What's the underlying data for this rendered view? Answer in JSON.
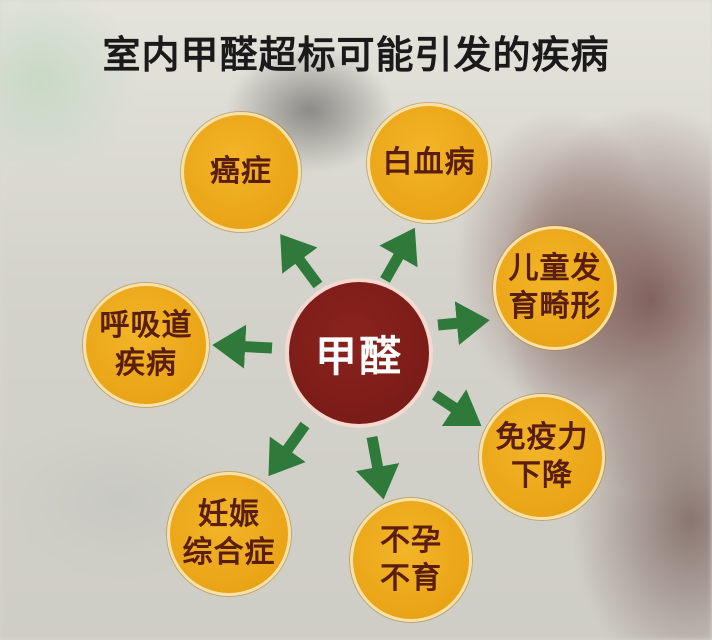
{
  "title": "室内甲醛超标可能引发的疾病",
  "center": {
    "label": "甲醛",
    "color": "#7b1c18"
  },
  "colors": {
    "node_fill": "#eea91c",
    "node_text": "#5a1e10",
    "arrow": "#2f7a3a",
    "title_text": "#1a1a1a"
  },
  "nodes": [
    {
      "id": "cancer",
      "label": "癌症"
    },
    {
      "id": "leukemia",
      "label": "白血病"
    },
    {
      "id": "child-development",
      "label": "儿童发\n育畸形"
    },
    {
      "id": "immunity",
      "label": "免疫力\n下降"
    },
    {
      "id": "infertility",
      "label": "不孕\n不育"
    },
    {
      "id": "pregnancy",
      "label": "妊娠\n综合症"
    },
    {
      "id": "respiratory",
      "label": "呼吸道\n疾病"
    }
  ]
}
